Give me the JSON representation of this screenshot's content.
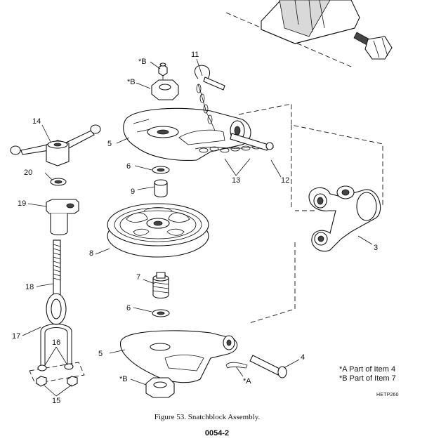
{
  "figure": {
    "caption": "Figure 53.   Snatchblock Assembly.",
    "page_number": "0054-2",
    "reference_code": "HETP260"
  },
  "notes": [
    "*A Part of Item 4",
    "*B Part of Item 7"
  ],
  "callouts": {
    "c11": "11",
    "cB_top": "*B",
    "cB_nut": "*B",
    "c14": "14",
    "c5_top": "5",
    "c6_top": "6",
    "c9": "9",
    "c13": "13",
    "c12": "12",
    "c20": "20",
    "c19": "19",
    "c3": "3",
    "c8": "8",
    "c7": "7",
    "c18": "18",
    "c6_bot": "6",
    "c16": "16",
    "c17": "17",
    "c5_bot": "5",
    "c4": "4",
    "cA": "*A",
    "cB_bot": "*B",
    "c15": "15"
  }
}
